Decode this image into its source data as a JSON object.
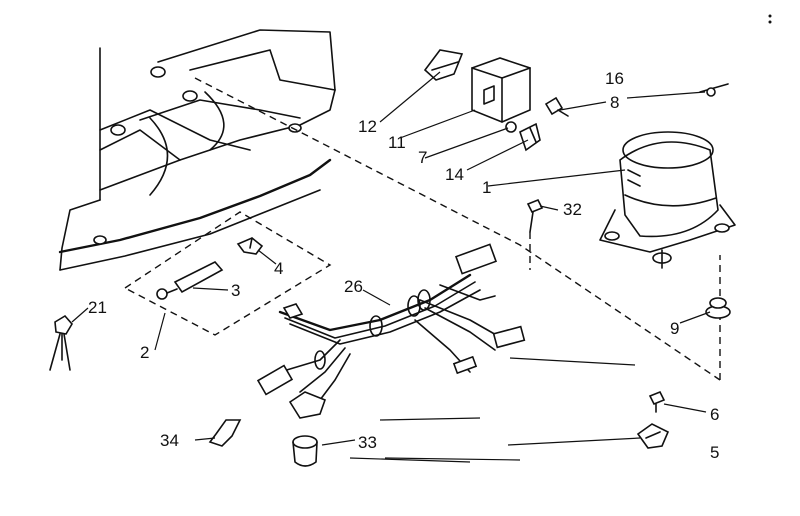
{
  "callouts": {
    "c1": "1",
    "c2": "2",
    "c3": "3",
    "c4": "4",
    "c5": "5",
    "c6": "6",
    "c7": "7",
    "c8": "8",
    "c9": "9",
    "c11": "11",
    "c12": "12",
    "c14": "14",
    "c16": "16",
    "c21": "21",
    "c26": "26",
    "c32": "32",
    "c33": "33",
    "c34": "34"
  },
  "colors": {
    "ink": "#111111",
    "paper": "#ffffff"
  }
}
